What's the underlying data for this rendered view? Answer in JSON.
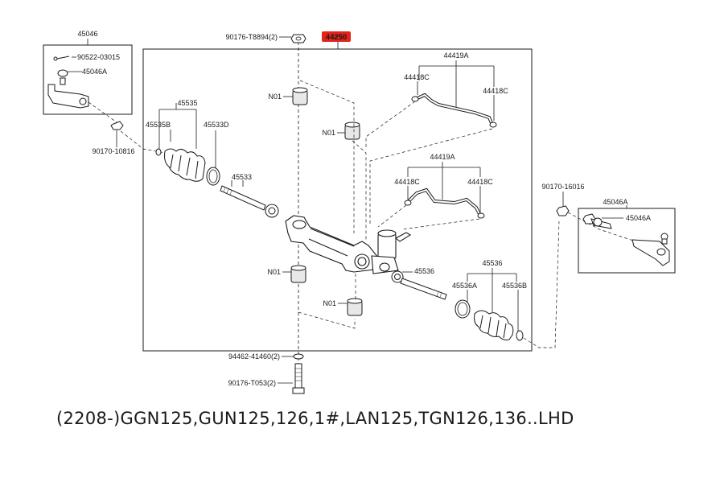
{
  "diagram": {
    "highlight_color": "#e2231a",
    "parts": {
      "p45046_top": "45046",
      "p90522": "90522-03015",
      "p45046A_left": "45046A",
      "p90170_left": "90170-10816",
      "p45535": "45535",
      "p45535B": "45535B",
      "p45533D": "45533D",
      "p45533": "45533",
      "p90176_top": "90176-T8894(2)",
      "p44250": "44250",
      "pN01_a": "N01",
      "pN01_b": "N01",
      "pN01_c": "N01",
      "pN01_d": "N01",
      "p44419A_top": "44419A",
      "p44418C_a": "44418C",
      "p44418C_b": "44418C",
      "p44419A_mid": "44419A",
      "p44418C_c": "44418C",
      "p44418C_d": "44418C",
      "p90170_right": "90170-16016",
      "p45046A_right_top": "45046A",
      "p45046A_right": "45046A",
      "p45536_a": "45536",
      "p45536_b": "45536",
      "p45536A": "45536A",
      "p45536B": "45536B",
      "p94462": "94462-41460(2)",
      "p90176_bot": "90176-T053(2)"
    }
  },
  "caption": "(2208-)GGN125,GUN125,126,1#,LAN125,TGN126,136..LHD"
}
